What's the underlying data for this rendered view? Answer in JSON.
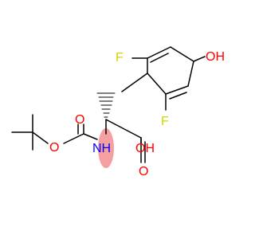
{
  "molecule": {
    "atoms": [
      {
        "id": "F1",
        "label": "F",
        "color": "#d4d400"
      },
      {
        "id": "F2",
        "label": "F",
        "color": "#d4d400"
      },
      {
        "id": "OH_ring",
        "label": "OH",
        "color": "#ff0000"
      },
      {
        "id": "OH_acid",
        "label": "OH",
        "color": "#ff0000"
      },
      {
        "id": "O_carbonyl_acid",
        "label": "O",
        "color": "#ff0000"
      },
      {
        "id": "O_carbonyl_boc",
        "label": "O",
        "color": "#ff0000"
      },
      {
        "id": "O_ester",
        "label": "O",
        "color": "#ff0000"
      },
      {
        "id": "NH",
        "label": "NH",
        "color": "#0000ff"
      }
    ],
    "stereocenter_highlight_color": "#f4a0a0",
    "bond_color": "#000000"
  }
}
